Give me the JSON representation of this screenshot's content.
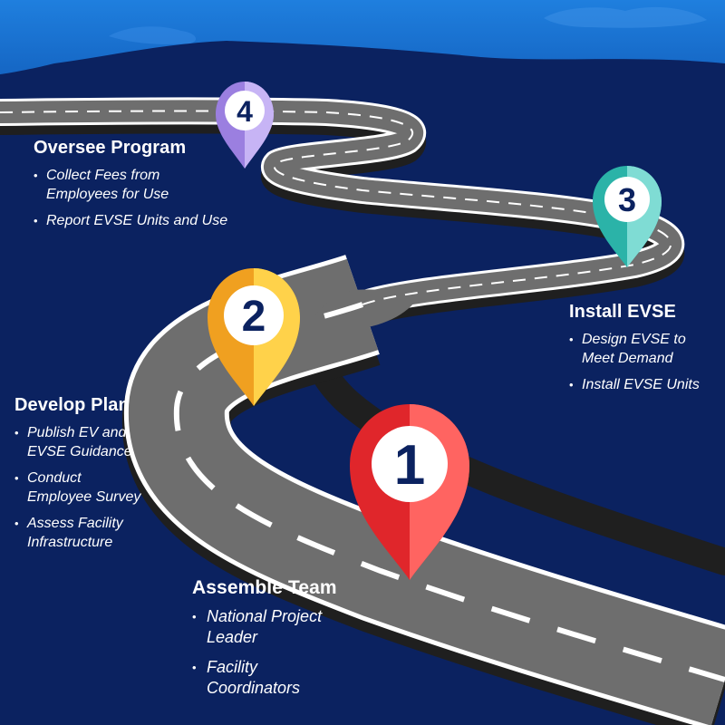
{
  "markers": [
    {
      "number": "1",
      "color": "#e0262b",
      "highlight": "#ff6461"
    },
    {
      "number": "2",
      "color": "#f0a020",
      "highlight": "#ffd24a"
    },
    {
      "number": "3",
      "color": "#2bb3a8",
      "highlight": "#7fdcd4"
    },
    {
      "number": "4",
      "color": "#9b7fe0",
      "highlight": "#c7b4f5"
    }
  ],
  "steps": [
    {
      "title": "Assemble Team",
      "items": [
        "National Project\nLeader",
        "Facility\nCoordinators"
      ]
    },
    {
      "title": "Develop Plan",
      "items": [
        "Publish EV and\nEVSE Guidance",
        "Conduct\nEmployee Survey",
        "Assess Facility\nInfrastructure"
      ]
    },
    {
      "title": "Install EVSE",
      "items": [
        "Design EVSE to\nMeet Demand",
        "Install EVSE Units"
      ]
    },
    {
      "title": "Oversee Program",
      "items": [
        "Collect Fees from\nEmployees for Use",
        "Report EVSE Units and Use"
      ]
    }
  ],
  "colors": {
    "background": "#0b2260",
    "sky": "#1a73d2",
    "road": "#6e6e6e",
    "road_edge": "#2a2a2a",
    "road_line": "#ffffff"
  }
}
